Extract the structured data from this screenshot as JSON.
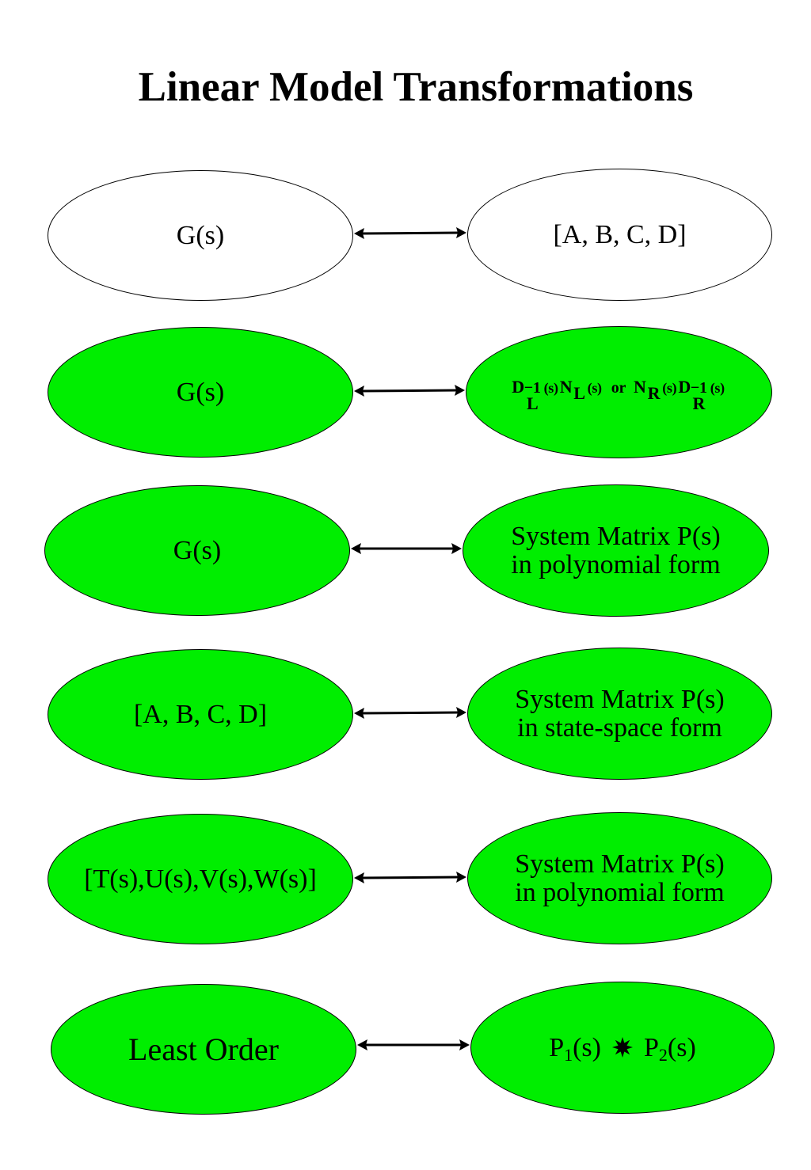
{
  "title": "Linear Model Transformations",
  "colors": {
    "green_fill": "#00ee00",
    "white_fill": "#ffffff",
    "stroke": "#000000"
  },
  "rows": [
    {
      "left": [
        "G(s)"
      ],
      "right": [
        "[A, B, C, D]"
      ],
      "fill": "white"
    },
    {
      "left": [
        "G(s)"
      ],
      "right_math": {
        "d_l": "D",
        "d_l_sup": "−1",
        "d_l_sub": "L",
        "d_l_arg": "(s)",
        "n_l": "N",
        "n_l_sub": "L",
        "n_l_arg": "(s)",
        "or": "or",
        "n_r": "N",
        "n_r_sub": "R",
        "n_r_arg": "(s)",
        "d_r": "D",
        "d_r_sup": "−1",
        "d_r_sub": "R",
        "d_r_arg": "(s)"
      },
      "fill": "green"
    },
    {
      "left": [
        "G(s)"
      ],
      "right": [
        "System Matrix P(s)",
        "in polynomial form"
      ],
      "fill": "green"
    },
    {
      "left": [
        "[A, B, C, D]"
      ],
      "right": [
        "System Matrix P(s)",
        "in state-space form"
      ],
      "fill": "green"
    },
    {
      "left": [
        "[T(s),U(s),V(s),W(s)]"
      ],
      "right": [
        "System Matrix P(s)",
        "in polynomial form"
      ],
      "fill": "green"
    },
    {
      "left": [
        "Least Order"
      ],
      "right_prod": {
        "p1": "P",
        "p1_sub": "1",
        "p1_arg": "(s)",
        "operator_icon": "star-burst-icon",
        "p2": "P",
        "p2_sub": "2",
        "p2_arg": "(s)"
      },
      "fill": "green"
    }
  ]
}
